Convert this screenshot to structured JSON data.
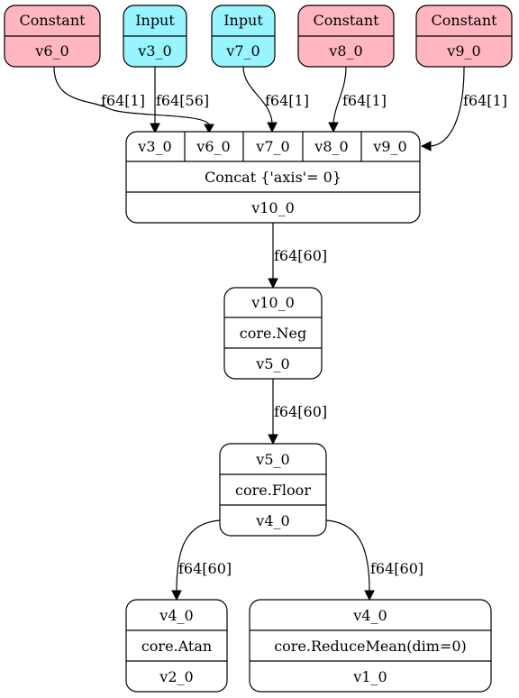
{
  "colors": {
    "constant_fill": "#ffb6c1",
    "input_fill": "#98f5ff",
    "op_fill": "#ffffff",
    "stroke": "#000000"
  },
  "source_nodes": {
    "c_v6": {
      "kind": "Constant",
      "value": "v6_0"
    },
    "i_v3": {
      "kind": "Input",
      "value": "v3_0"
    },
    "i_v7": {
      "kind": "Input",
      "value": "v7_0"
    },
    "c_v8": {
      "kind": "Constant",
      "value": "v8_0"
    },
    "c_v9": {
      "kind": "Constant",
      "value": "v9_0"
    }
  },
  "ops": {
    "concat": {
      "inputs": [
        "v3_0",
        "v6_0",
        "v7_0",
        "v8_0",
        "v9_0"
      ],
      "op": "Concat {'axis'= 0}",
      "output": "v10_0"
    },
    "neg": {
      "input": "v10_0",
      "op": "core.Neg",
      "output": "v5_0"
    },
    "floor": {
      "input": "v5_0",
      "op": "core.Floor",
      "output": "v4_0"
    },
    "atan": {
      "input": "v4_0",
      "op": "core.Atan",
      "output": "v2_0"
    },
    "reducemean": {
      "input": "v4_0",
      "op": "core.ReduceMean(dim=0)",
      "output": "v1_0"
    }
  },
  "edges": {
    "v6_to_concat": "f64[1]",
    "v3_to_concat": "f64[56]",
    "v7_to_concat": "f64[1]",
    "v8_to_concat": "f64[1]",
    "v9_to_concat": "f64[1]",
    "concat_to_neg": "f64[60]",
    "neg_to_floor": "f64[60]",
    "floor_to_atan": "f64[60]",
    "floor_to_reducemean": "f64[60]"
  }
}
